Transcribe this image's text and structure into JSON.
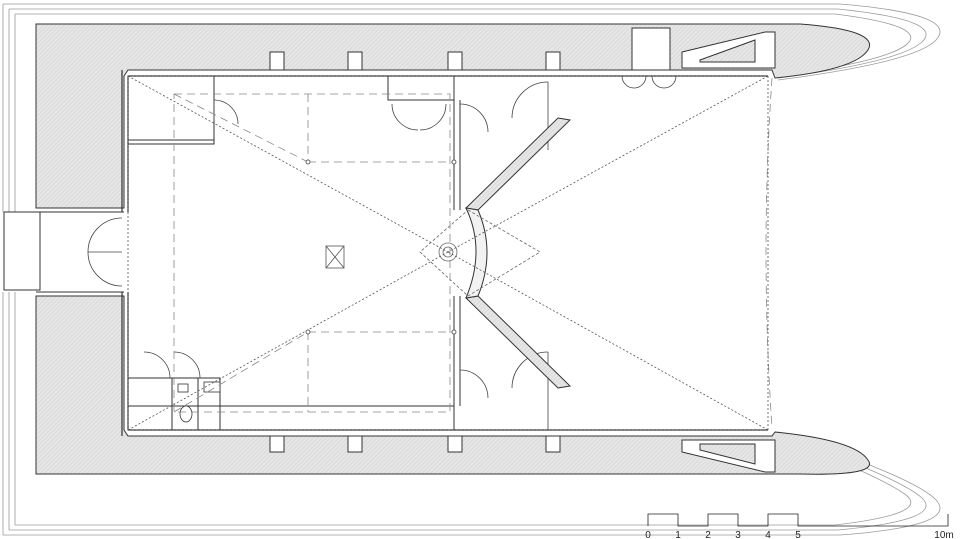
{
  "drawing": {
    "type": "architectural floor plan",
    "wall_fill": "#e2e2e2",
    "line_color": "#333333"
  },
  "scale_bar": {
    "labels": [
      "0",
      "1",
      "2",
      "3",
      "4",
      "5",
      "10m"
    ]
  }
}
